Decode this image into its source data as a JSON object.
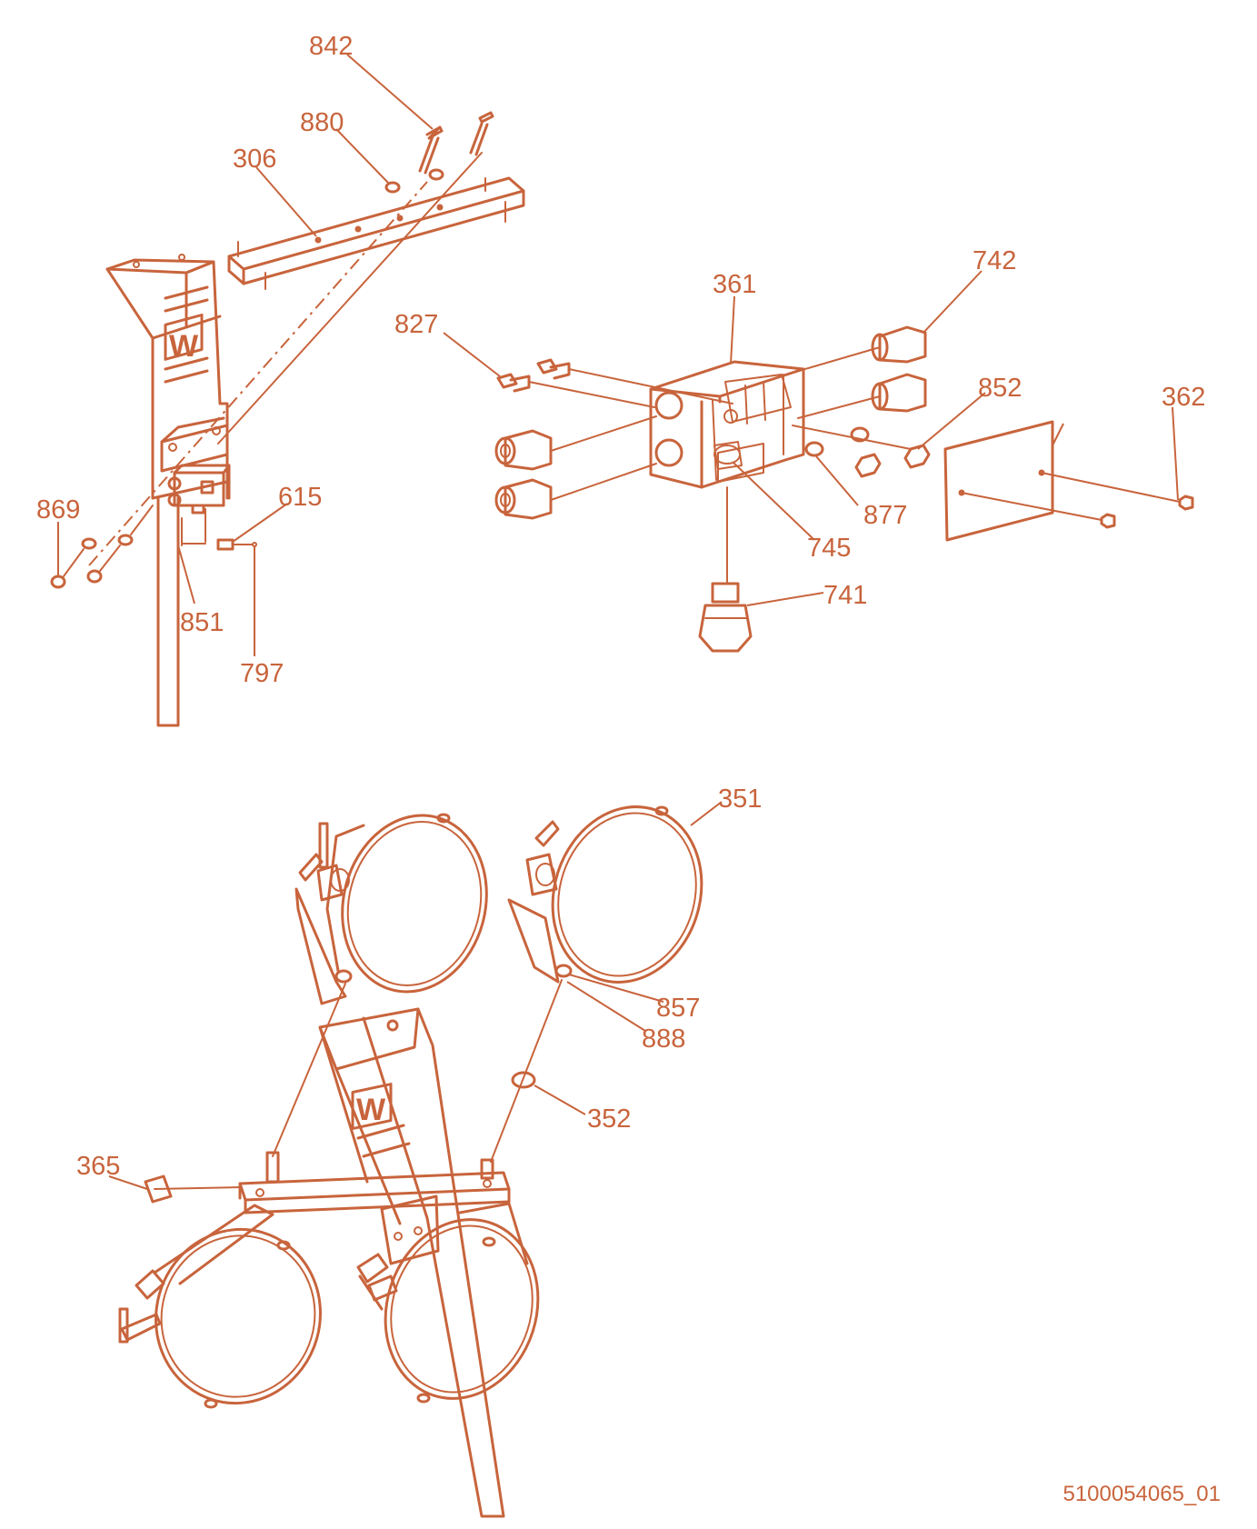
{
  "diagram": {
    "colors": {
      "line": "#c8643c",
      "background": "#ffffff"
    },
    "logo_letter": "W",
    "drawing_id": "5100054065_01",
    "callouts": {
      "p842": "842",
      "p880": "880",
      "p306": "306",
      "p869": "869",
      "p615": "615",
      "p851": "851",
      "p797": "797",
      "p361": "361",
      "p742": "742",
      "p827": "827",
      "p852": "852",
      "p362": "362",
      "p877": "877",
      "p745": "745",
      "p741": "741",
      "p351": "351",
      "p857": "857",
      "p888": "888",
      "p352": "352",
      "p365": "365"
    }
  }
}
